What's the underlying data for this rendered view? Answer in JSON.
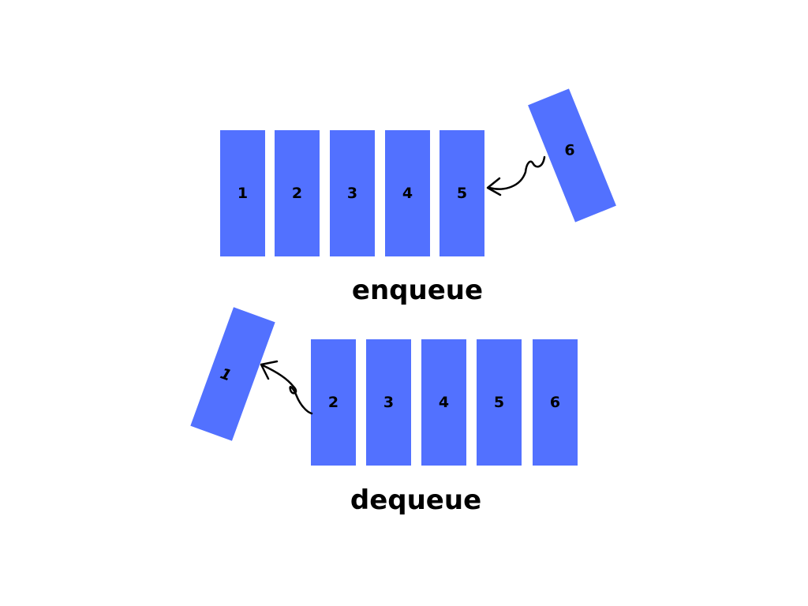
{
  "colors": {
    "box_fill": "#5271ff",
    "text": "#000000",
    "background": "#ffffff"
  },
  "enqueue": {
    "caption": "enqueue",
    "queue": [
      "1",
      "2",
      "3",
      "4",
      "5"
    ],
    "incoming": "6"
  },
  "dequeue": {
    "caption": "dequeue",
    "outgoing": "1",
    "queue": [
      "2",
      "3",
      "4",
      "5",
      "6"
    ]
  }
}
